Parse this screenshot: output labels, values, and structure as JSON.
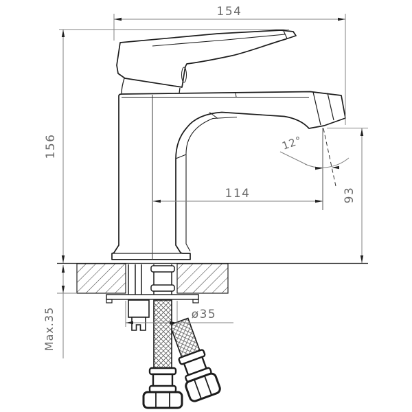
{
  "drawing": {
    "dimensions": {
      "overall_width": "154",
      "overall_height": "156",
      "spout_reach": "114",
      "spout_outlet_height": "93",
      "spout_angle": "12°",
      "shank_hole_diameter": "ø35",
      "max_deck_thickness": "Max.35"
    },
    "colors": {
      "background": "#ffffff",
      "outline": "#1c1c1c",
      "dimension_line": "#828282",
      "dimension_text": "#6a6a6a",
      "arrow": "#222222"
    }
  }
}
